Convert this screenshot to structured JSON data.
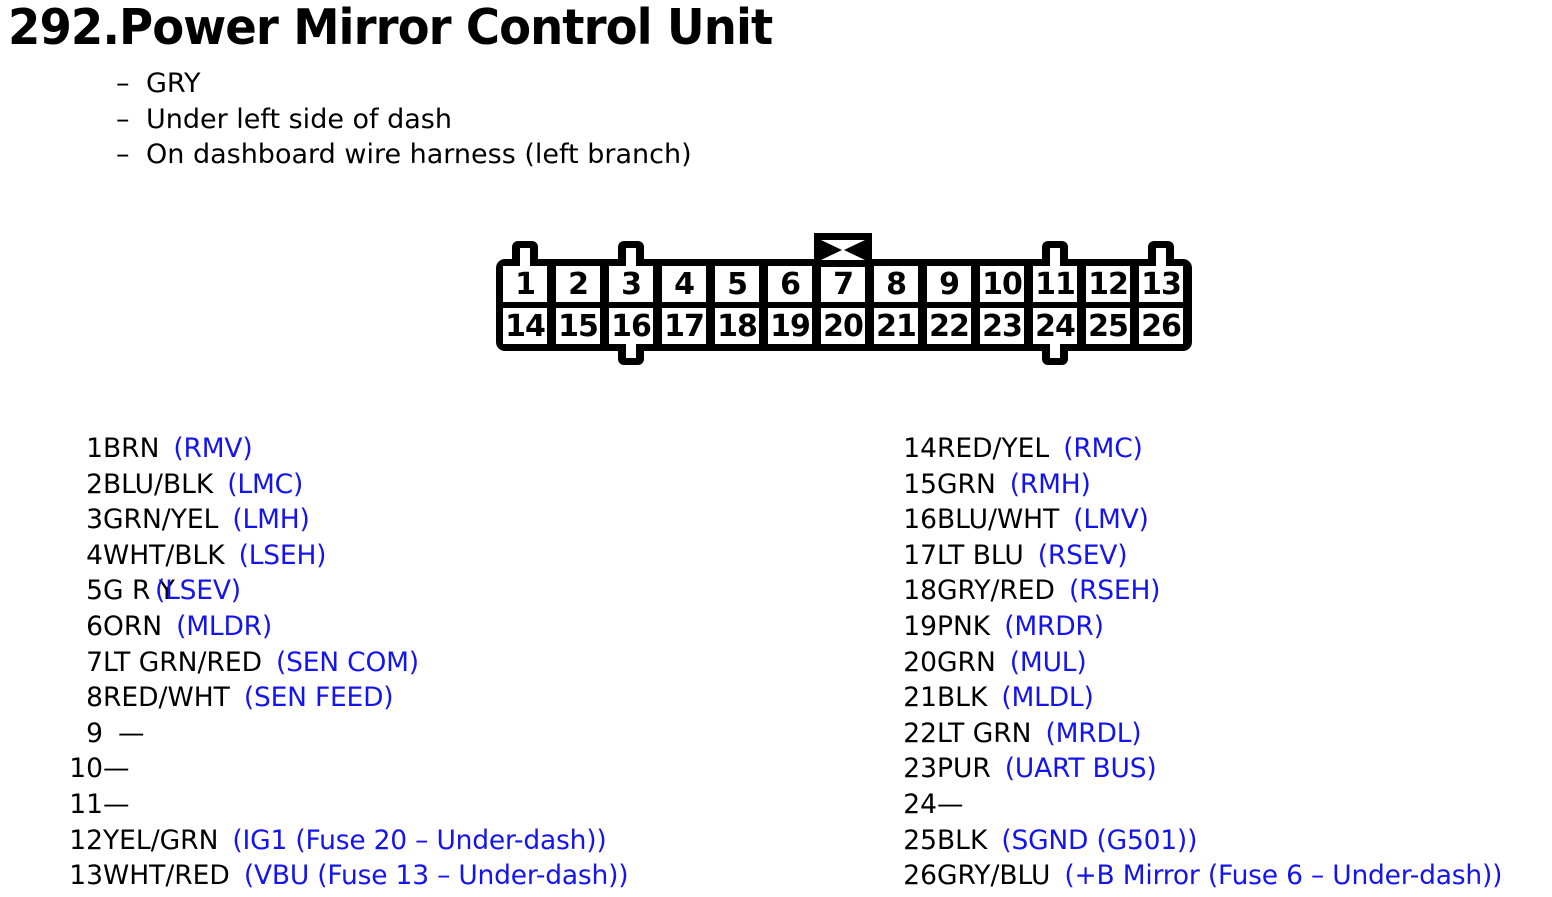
{
  "page": {
    "title": "292.Power Mirror Control Unit",
    "bullet": "–",
    "location_notes": [
      "GRY",
      "Under left side of dash",
      "On dashboard wire harness (left branch)"
    ]
  },
  "connector": {
    "top_row": [
      "1",
      "2",
      "3",
      "4",
      "5",
      "6",
      "7",
      "8",
      "9",
      "10",
      "11",
      "12",
      "13"
    ],
    "bottom_row": [
      "14",
      "15",
      "16",
      "17",
      "18",
      "19",
      "20",
      "21",
      "22",
      "23",
      "24",
      "25",
      "26"
    ],
    "features": {
      "top_tabs_at_pins": [
        "1",
        "3",
        "11",
        "13"
      ],
      "bottom_tabs_at_pins": [
        "16",
        "24"
      ],
      "key_above_pin": "7"
    }
  },
  "pins_left": [
    {
      "num": "1",
      "color": "BRN",
      "signal": "(RMV)"
    },
    {
      "num": "2",
      "color": "BLU/BLK",
      "signal": "(LMC)"
    },
    {
      "num": "3",
      "color": "GRN/YEL",
      "signal": "(LMH)"
    },
    {
      "num": "4",
      "color": "WHT/BLK",
      "signal": "(LSEH)"
    },
    {
      "num": "5",
      "color": "G R Y",
      "signal": "(LSEV)",
      "overlap": true
    },
    {
      "num": "6",
      "color": "ORN",
      "signal": "(MLDR)"
    },
    {
      "num": "7",
      "color": "LT GRN/RED",
      "signal": "(SEN COM)"
    },
    {
      "num": "8",
      "color": "RED/WHT",
      "signal": "(SEN FEED)"
    },
    {
      "num": "9",
      "color": "—",
      "signal": ""
    },
    {
      "num": "10",
      "color": "—",
      "signal": ""
    },
    {
      "num": "11",
      "color": "—",
      "signal": ""
    },
    {
      "num": "12",
      "color": "YEL/GRN",
      "signal": "(IG1 (Fuse 20 – Under-dash))"
    },
    {
      "num": "13",
      "color": "WHT/RED",
      "signal": "(VBU (Fuse 13 – Under-dash))"
    }
  ],
  "pins_right": [
    {
      "num": "14",
      "color": "RED/YEL",
      "signal": "(RMC)"
    },
    {
      "num": "15",
      "color": "GRN",
      "signal": "(RMH)"
    },
    {
      "num": "16",
      "color": "BLU/WHT",
      "signal": "(LMV)"
    },
    {
      "num": "17",
      "color": "LT BLU",
      "signal": "(RSEV)"
    },
    {
      "num": "18",
      "color": "GRY/RED",
      "signal": "(RSEH)"
    },
    {
      "num": "19",
      "color": "PNK",
      "signal": "(MRDR)"
    },
    {
      "num": "20",
      "color": "GRN",
      "signal": "(MUL)"
    },
    {
      "num": "21",
      "color": "BLK",
      "signal": "(MLDL)"
    },
    {
      "num": "22",
      "color": "LT GRN",
      "signal": "(MRDL)"
    },
    {
      "num": "23",
      "color": "PUR",
      "signal": "(UART BUS)"
    },
    {
      "num": "24",
      "color": "—",
      "signal": ""
    },
    {
      "num": "25",
      "color": "BLK",
      "signal": "(SGND (G501))"
    },
    {
      "num": "26",
      "color": "GRY/BLU",
      "signal": "(+B Mirror (Fuse 6 – Under-dash))"
    }
  ],
  "colors": {
    "signal_blue": "#1414ee",
    "text_black": "#000000",
    "connector_black": "#000000"
  }
}
